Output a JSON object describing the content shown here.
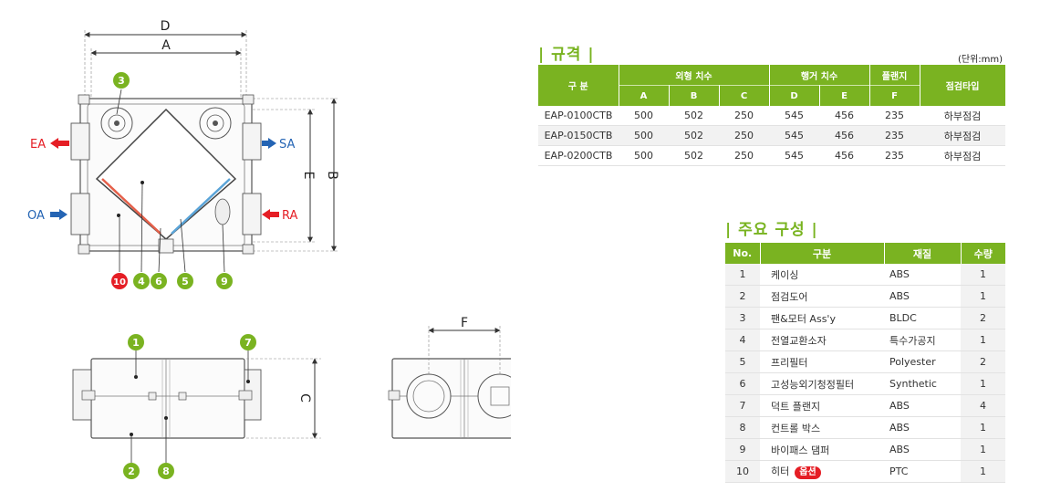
{
  "diagram": {
    "top_view": {
      "dim_D": "D",
      "dim_A": "A",
      "dim_E": "E",
      "dim_B": "B",
      "airflows": [
        {
          "label": "EA",
          "color": "#e51e25"
        },
        {
          "label": "SA",
          "color": "#2464b4"
        },
        {
          "label": "OA",
          "color": "#2464b4"
        },
        {
          "label": "RA",
          "color": "#e51e25"
        }
      ],
      "callouts": [
        {
          "num": "3",
          "color": "#7ab321"
        },
        {
          "num": "10",
          "color": "#e51e25"
        },
        {
          "num": "4",
          "color": "#7ab321"
        },
        {
          "num": "6",
          "color": "#7ab321"
        },
        {
          "num": "5",
          "color": "#7ab321"
        },
        {
          "num": "9",
          "color": "#7ab321"
        }
      ]
    },
    "side_view": {
      "dim_C": "C",
      "callouts": [
        {
          "num": "1"
        },
        {
          "num": "7"
        },
        {
          "num": "2"
        },
        {
          "num": "8"
        }
      ]
    },
    "end_view": {
      "dim_F": "F"
    }
  },
  "spec": {
    "title": "규격",
    "unit": "(단위:mm)",
    "headers": {
      "division": "구 분",
      "exterior": "외형 치수",
      "hanger": "행거 치수",
      "flange": "플랜지",
      "inspection": "점검타입",
      "A": "A",
      "B": "B",
      "C": "C",
      "D": "D",
      "E": "E",
      "F": "F"
    },
    "rows": [
      [
        "EAP-0100CTB",
        "500",
        "502",
        "250",
        "545",
        "456",
        "235",
        "하부점검"
      ],
      [
        "EAP-0150CTB",
        "500",
        "502",
        "250",
        "545",
        "456",
        "235",
        "하부점검"
      ],
      [
        "EAP-0200CTB",
        "500",
        "502",
        "250",
        "545",
        "456",
        "235",
        "하부점검"
      ]
    ]
  },
  "parts": {
    "title": "주요 구성",
    "headers": {
      "no": "No.",
      "name": "구분",
      "material": "재질",
      "qty": "수량"
    },
    "rows": [
      {
        "no": "1",
        "name": "케이싱",
        "material": "ABS",
        "qty": "1"
      },
      {
        "no": "2",
        "name": "점검도어",
        "material": "ABS",
        "qty": "1"
      },
      {
        "no": "3",
        "name": "팬&모터 Ass'y",
        "material": "BLDC",
        "qty": "2"
      },
      {
        "no": "4",
        "name": "전열교환소자",
        "material": "특수가공지",
        "qty": "1"
      },
      {
        "no": "5",
        "name": "프리필터",
        "material": "Polyester",
        "qty": "2"
      },
      {
        "no": "6",
        "name": "고성능외기청정필터",
        "material": "Synthetic",
        "qty": "1"
      },
      {
        "no": "7",
        "name": "덕트 플랜지",
        "material": "ABS",
        "qty": "4"
      },
      {
        "no": "8",
        "name": "컨트롤 박스",
        "material": "ABS",
        "qty": "1"
      },
      {
        "no": "9",
        "name": "바이패스 댐퍼",
        "material": "ABS",
        "qty": "1"
      },
      {
        "no": "10",
        "name": "히터",
        "material": "PTC",
        "qty": "1",
        "badge": "옵션"
      }
    ]
  }
}
